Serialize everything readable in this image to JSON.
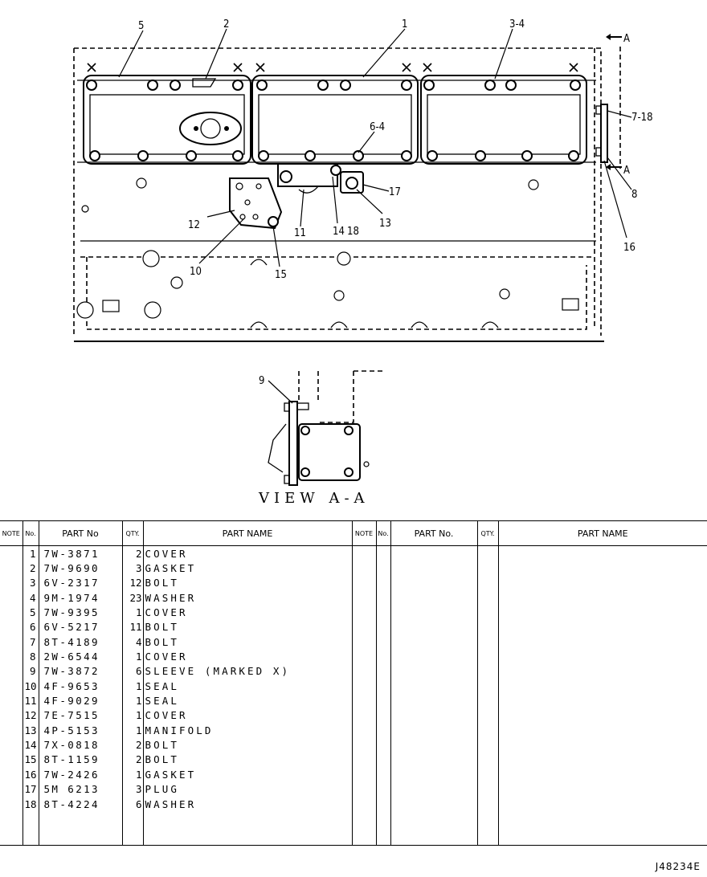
{
  "drawing": {
    "callouts": {
      "c1": "1",
      "c2": "2",
      "c34": "3-4",
      "c5": "5",
      "c64": "6-4",
      "c718": "7-18",
      "c8": "8",
      "c9": "9",
      "c10": "10",
      "c11": "11",
      "c12": "12",
      "c13": "13",
      "c14": "14",
      "c15": "15",
      "c16": "16",
      "c17": "17",
      "c18": "18"
    },
    "section_marker": "A",
    "view_title": "VIEW A-A"
  },
  "table": {
    "headers": {
      "note": "NOTE",
      "no": "No.",
      "part_no": "PART No",
      "qty": "QTY.",
      "part_name": "PART NAME",
      "note2": "NOTE",
      "no2": "No.",
      "part_no2": "PART No.",
      "qty2": "QTY.",
      "part_name2": "PART NAME"
    },
    "rows": [
      {
        "no": "1",
        "part": "7W-3871",
        "qty": "2",
        "name": "COVER"
      },
      {
        "no": "2",
        "part": "7W-9690",
        "qty": "3",
        "name": "GASKET"
      },
      {
        "no": "3",
        "part": "6V-2317",
        "qty": "12",
        "name": "BOLT"
      },
      {
        "no": "4",
        "part": "9M-1974",
        "qty": "23",
        "name": "WASHER"
      },
      {
        "no": "5",
        "part": "7W-9395",
        "qty": "1",
        "name": "COVER"
      },
      {
        "no": "6",
        "part": "6V-5217",
        "qty": "11",
        "name": "BOLT"
      },
      {
        "no": "7",
        "part": "8T-4189",
        "qty": "4",
        "name": "BOLT"
      },
      {
        "no": "8",
        "part": "2W-6544",
        "qty": "1",
        "name": "COVER"
      },
      {
        "no": "9",
        "part": "7W-3872",
        "qty": "6",
        "name": "SLEEVE (MARKED X)"
      },
      {
        "no": "10",
        "part": "4F-9653",
        "qty": "1",
        "name": "SEAL"
      },
      {
        "no": "11",
        "part": "4F-9029",
        "qty": "1",
        "name": "SEAL"
      },
      {
        "no": "12",
        "part": "7E-7515",
        "qty": "1",
        "name": "COVER"
      },
      {
        "no": "13",
        "part": "4P-5153",
        "qty": "1",
        "name": "MANIFOLD"
      },
      {
        "no": "14",
        "part": "7X-0818",
        "qty": "2",
        "name": "BOLT"
      },
      {
        "no": "15",
        "part": "8T-1159",
        "qty": "2",
        "name": "BOLT"
      },
      {
        "no": "16",
        "part": "7W-2426",
        "qty": "1",
        "name": "GASKET"
      },
      {
        "no": "17",
        "part": "5M 6213",
        "qty": "3",
        "name": "PLUG"
      },
      {
        "no": "18",
        "part": "8T-4224",
        "qty": "6",
        "name": "WASHER"
      }
    ]
  },
  "illustration_ref": "J48234E"
}
